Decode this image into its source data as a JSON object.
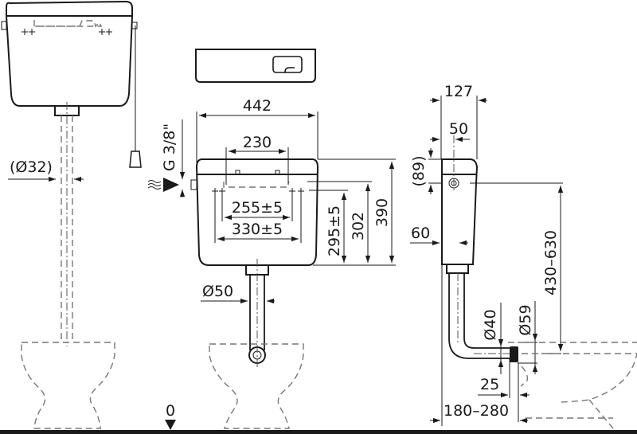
{
  "drawing": {
    "title": "Cistern installation dimensions",
    "colors": {
      "line": "#1a1a1a",
      "hidden": "#777777",
      "background": "#ffffff"
    },
    "left_view": {
      "pipe_diameter": "(Ø32)"
    },
    "front_view": {
      "width": "442",
      "bolt_spacing": "230",
      "fixing_inner": "255±5",
      "fixing_outer": "330±5",
      "fixing_height": "295±5",
      "inlet_height": "302",
      "total_height": "390",
      "inlet_thread": "G 3/8\"",
      "flush_pipe_diameter": "Ø50",
      "floor_level": "0"
    },
    "side_view": {
      "depth": "127",
      "inlet_offset": "50",
      "inlet_from_top": "(89)",
      "pipe_offset": "60",
      "cistern_height_range": "430–630",
      "pipe_outlet_diameter": "Ø40",
      "connector_diameter": "Ø59",
      "connector_length": "25",
      "wall_distance_range": "180–280"
    }
  }
}
